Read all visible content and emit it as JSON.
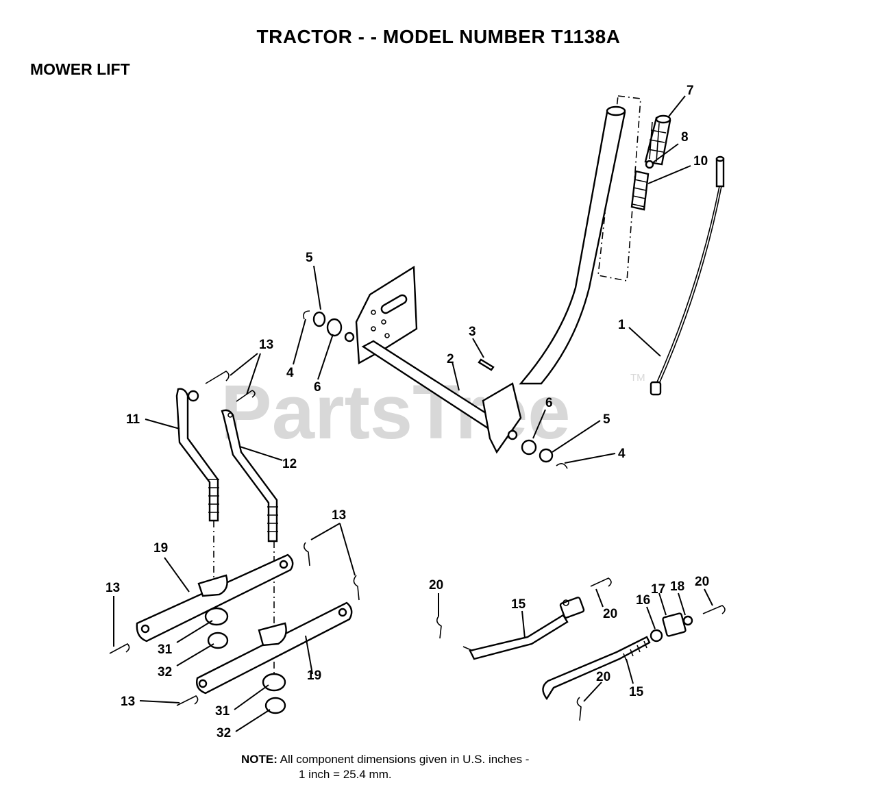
{
  "header": {
    "title": "TRACTOR - - MODEL NUMBER  T1138A",
    "section": "MOWER LIFT"
  },
  "watermark": {
    "text": "PartsTree",
    "trademark": "TM"
  },
  "callouts": {
    "c1": "1",
    "c2": "2",
    "c3": "3",
    "c4a": "4",
    "c4b": "4",
    "c5a": "5",
    "c5b": "5",
    "c6a": "6",
    "c6b": "6",
    "c7": "7",
    "c8": "8",
    "c10": "10",
    "c11": "11",
    "c12": "12",
    "c13a": "13",
    "c13b": "13",
    "c13c": "13",
    "c13d": "13",
    "c15a": "15",
    "c15b": "15",
    "c16": "16",
    "c17": "17",
    "c18": "18",
    "c19a": "19",
    "c19b": "19",
    "c20a": "20",
    "c20b": "20",
    "c20c": "20",
    "c20d": "20",
    "c31a": "31",
    "c31b": "31",
    "c32a": "32",
    "c32b": "32"
  },
  "note": {
    "label": "NOTE:",
    "line1": " All component dimensions given in U.S. inches -",
    "line2": "1 inch = 25.4 mm."
  }
}
